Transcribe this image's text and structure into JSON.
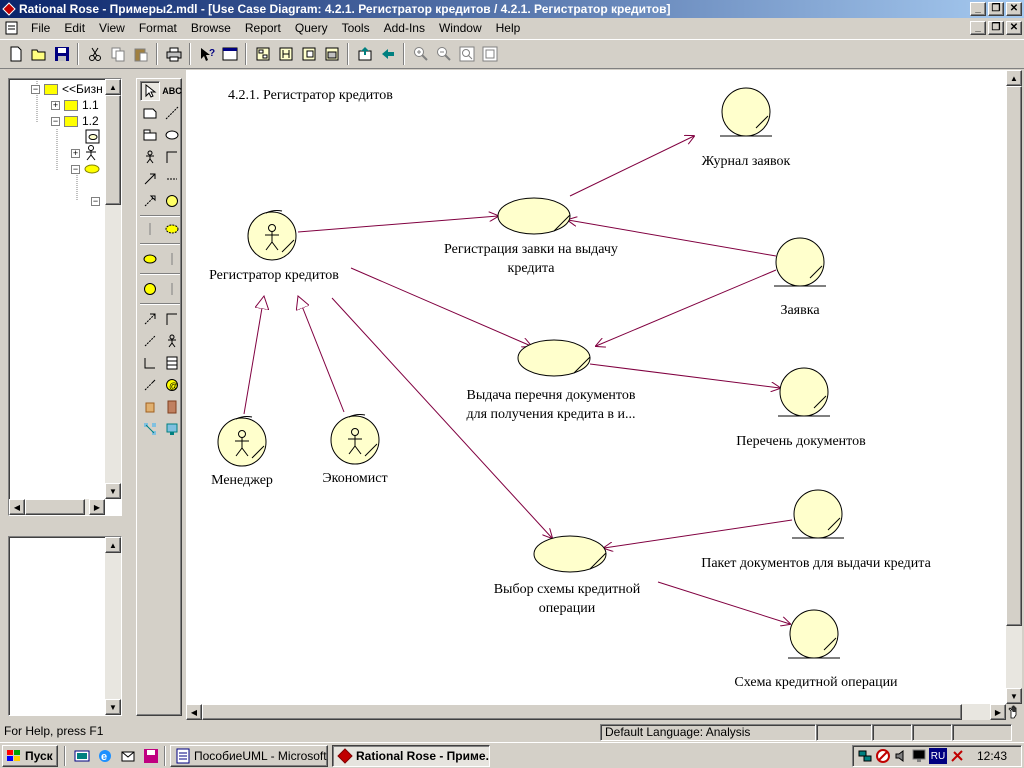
{
  "window": {
    "title": "Rational Rose - Примеры2.mdl - [Use Case Diagram: 4.2.1. Регистратор кредитов / 4.2.1. Регистратор кредитов]"
  },
  "menu": [
    "File",
    "Edit",
    "View",
    "Format",
    "Browse",
    "Report",
    "Query",
    "Tools",
    "Add-Ins",
    "Window",
    "Help"
  ],
  "toolbar": {
    "buttons": [
      "new-icon",
      "open-icon",
      "save-icon",
      "cut-icon",
      "copy-icon",
      "paste-icon",
      "print-icon",
      "context-help-icon",
      "view-documentation-icon",
      "browse-class-diagram-icon",
      "browse-interaction-diagram-icon",
      "browse-component-diagram-icon",
      "browse-deployment-diagram-icon",
      "browse-parent-icon",
      "browse-previous-icon",
      "zoom-in-icon",
      "zoom-out-icon",
      "fit-in-window-icon",
      "undo-fit-icon"
    ]
  },
  "browser": {
    "nodes": [
      {
        "label": "<<Бизн",
        "kind": "folder",
        "expander": "−"
      },
      {
        "label": "1.1",
        "kind": "folder",
        "expander": "+"
      },
      {
        "label": "1.2",
        "kind": "folder",
        "expander": "−"
      },
      {
        "label": "",
        "kind": "diagram",
        "expander": ""
      },
      {
        "label": "",
        "kind": "actor",
        "expander": "+"
      },
      {
        "label": "",
        "kind": "usecase",
        "expander": "−"
      },
      {
        "label": "",
        "kind": "item",
        "expander": "−"
      }
    ]
  },
  "diagram": {
    "title": "4.2.1. Регистратор кредитов",
    "actors": [
      {
        "id": "registrar",
        "label": "Регистратор кредитов",
        "style": "business-actor"
      },
      {
        "id": "manager",
        "label": "Менеджер",
        "style": "business-actor"
      },
      {
        "id": "economist",
        "label": "Экономист",
        "style": "business-actor"
      }
    ],
    "use_cases": [
      {
        "id": "uc1",
        "label_lines": [
          "Регистрация завки на выдачу",
          "кредита"
        ]
      },
      {
        "id": "uc2",
        "label_lines": [
          "Выдача перечня документов",
          "для получения кредита в и..."
        ]
      },
      {
        "id": "uc3",
        "label_lines": [
          "Выбор схемы кредитной",
          "операции"
        ]
      }
    ],
    "entities": [
      {
        "id": "e1",
        "label": "Журнал заявок"
      },
      {
        "id": "e2",
        "label": "Заявка"
      },
      {
        "id": "e3",
        "label": "Перечень документов"
      },
      {
        "id": "e4",
        "label": "Пакет документов для выдачи кредита"
      },
      {
        "id": "e5",
        "label": "Схема кредитной операции"
      }
    ],
    "connections": [
      {
        "from": "registrar",
        "to": "uc1",
        "type": "association"
      },
      {
        "from": "registrar",
        "to": "uc2",
        "type": "association"
      },
      {
        "from": "registrar",
        "to": "uc3",
        "type": "association"
      },
      {
        "from": "uc1",
        "to": "e1",
        "type": "association"
      },
      {
        "from": "e2",
        "to": "uc1",
        "type": "association"
      },
      {
        "from": "e2",
        "to": "uc2",
        "type": "association"
      },
      {
        "from": "uc2",
        "to": "e3",
        "type": "association"
      },
      {
        "from": "e4",
        "to": "uc3",
        "type": "association"
      },
      {
        "from": "uc3",
        "to": "e5",
        "type": "association"
      },
      {
        "from": "manager",
        "to": "registrar",
        "type": "generalization"
      },
      {
        "from": "economist",
        "to": "registrar",
        "type": "generalization"
      }
    ],
    "colors": {
      "fill": "#ffffcc",
      "line": "#800040",
      "border": "#000000"
    }
  },
  "status": {
    "help": "For Help, press F1",
    "language": "Default Language: Analysis"
  },
  "taskbar": {
    "start": "Пуск",
    "tasks": [
      {
        "label": "ПособиеUML - Microsoft ...",
        "active": false
      },
      {
        "label": "Rational Rose - Приме...",
        "active": true
      }
    ],
    "tray_lang": "RU",
    "clock": "12:43"
  }
}
